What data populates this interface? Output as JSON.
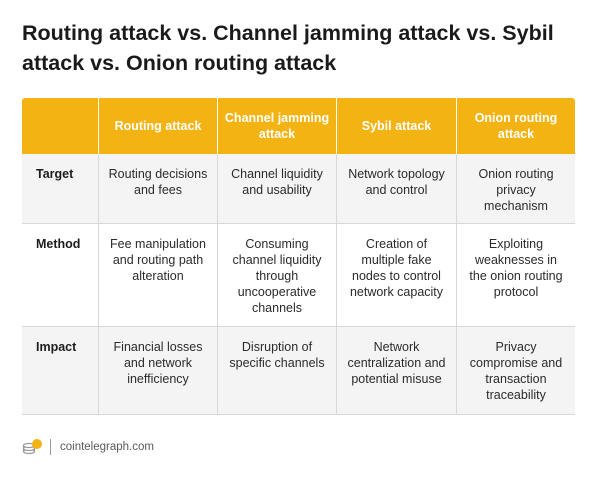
{
  "title": "Routing attack vs. Channel jamming attack vs. Sybil attack vs. Onion routing attack",
  "table": {
    "headers": [
      "",
      "Routing attack",
      "Channel jamming attack",
      "Sybil attack",
      "Onion routing attack"
    ],
    "rows": [
      {
        "label": "Target",
        "cells": [
          "Routing decisions and fees",
          "Channel liquidity and usability",
          "Network topology and control",
          "Onion routing privacy mechanism"
        ]
      },
      {
        "label": "Method",
        "cells": [
          "Fee manipulation and routing path alteration",
          "Consuming channel liquidity through uncooperative channels",
          "Creation of multiple fake nodes to control network capacity",
          "Exploiting weaknesses in the onion routing protocol"
        ]
      },
      {
        "label": "Impact",
        "cells": [
          "Financial losses and network inefficiency",
          "Disruption of specific channels",
          "Network centralization and potential misuse",
          "Privacy compromise and transaction traceability"
        ]
      }
    ]
  },
  "footer": {
    "site": "cointelegraph.com",
    "logo_icon": "cointelegraph-logo-icon"
  },
  "colors": {
    "header_bg": "#f3b313",
    "header_text": "#ffffff",
    "stripe_bg": "#f4f4f4",
    "divider": "#d8d8d8"
  }
}
